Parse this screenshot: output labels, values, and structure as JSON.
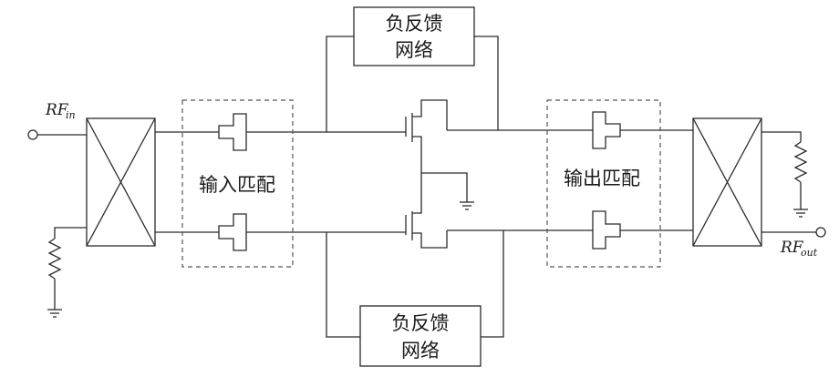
{
  "labels": {
    "rf_in_main": "RF",
    "rf_in_sub": "in",
    "rf_out_main": "RF",
    "rf_out_sub": "out",
    "input_match": "输入匹配",
    "output_match": "输出匹配",
    "feedback_top_line1": "负反馈",
    "feedback_top_line2": "网络",
    "feedback_bottom_line1": "负反馈",
    "feedback_bottom_line2": "网络"
  }
}
